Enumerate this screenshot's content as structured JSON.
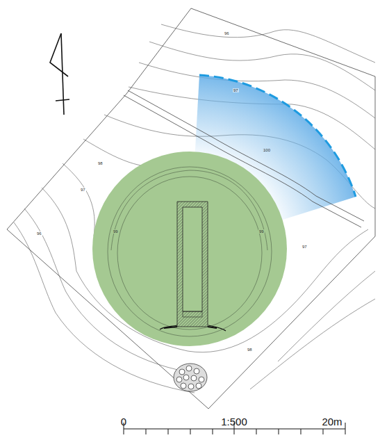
{
  "diagram": {
    "labels": [
      "96",
      "97",
      "100",
      "98",
      "97",
      "96",
      "99",
      "99",
      "97",
      "98",
      "0",
      "1:500",
      "20m"
    ]
  }
}
